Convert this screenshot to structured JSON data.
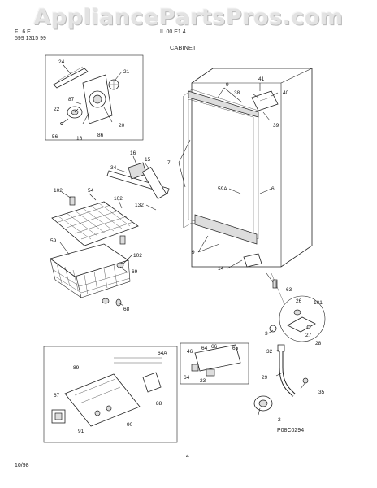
{
  "watermark": "AppliancePartsPros.com",
  "header": {
    "left_line1": "F...6 E...",
    "left_line2": "599 1315 99",
    "model": "IL 00 E1 4",
    "section": "CABINET"
  },
  "footer": {
    "date": "10/98",
    "page": "4",
    "figure_code": "P08C0294"
  },
  "callouts": [
    {
      "id": "c24",
      "text": "24"
    },
    {
      "id": "c21",
      "text": "21"
    },
    {
      "id": "c87",
      "text": "87"
    },
    {
      "id": "c22",
      "text": "22"
    },
    {
      "id": "c20",
      "text": "20"
    },
    {
      "id": "c56",
      "text": "56"
    },
    {
      "id": "c18",
      "text": "18"
    },
    {
      "id": "c86",
      "text": "86"
    },
    {
      "id": "c9a",
      "text": "9"
    },
    {
      "id": "c41",
      "text": "41"
    },
    {
      "id": "c38",
      "text": "38"
    },
    {
      "id": "c40",
      "text": "40"
    },
    {
      "id": "c39",
      "text": "39"
    },
    {
      "id": "c7",
      "text": "7"
    },
    {
      "id": "c16",
      "text": "16"
    },
    {
      "id": "c15",
      "text": "15"
    },
    {
      "id": "c34",
      "text": "34"
    },
    {
      "id": "c102a",
      "text": "102"
    },
    {
      "id": "c54",
      "text": "54"
    },
    {
      "id": "c102b",
      "text": "102"
    },
    {
      "id": "c132",
      "text": "132"
    },
    {
      "id": "c59a",
      "text": "59A"
    },
    {
      "id": "c6",
      "text": "6"
    },
    {
      "id": "c59",
      "text": "59"
    },
    {
      "id": "c102c",
      "text": "102"
    },
    {
      "id": "c69",
      "text": "69"
    },
    {
      "id": "c9b",
      "text": "9"
    },
    {
      "id": "c14",
      "text": "14"
    },
    {
      "id": "c63",
      "text": "63"
    },
    {
      "id": "c68",
      "text": "68"
    },
    {
      "id": "c26",
      "text": "26"
    },
    {
      "id": "c101",
      "text": "101"
    },
    {
      "id": "c3",
      "text": "3"
    },
    {
      "id": "c27",
      "text": "27"
    },
    {
      "id": "c28",
      "text": "28"
    },
    {
      "id": "c32",
      "text": "32"
    },
    {
      "id": "c64a",
      "text": "64A"
    },
    {
      "id": "c46",
      "text": "46"
    },
    {
      "id": "c64",
      "text": "64"
    },
    {
      "id": "c66",
      "text": "66"
    },
    {
      "id": "c65",
      "text": "65"
    },
    {
      "id": "c64b",
      "text": "64"
    },
    {
      "id": "c23",
      "text": "23"
    },
    {
      "id": "c89",
      "text": "89"
    },
    {
      "id": "c88",
      "text": "88"
    },
    {
      "id": "c67",
      "text": "67"
    },
    {
      "id": "c90",
      "text": "90"
    },
    {
      "id": "c91",
      "text": "91"
    },
    {
      "id": "c29",
      "text": "29"
    },
    {
      "id": "c35",
      "text": "35"
    },
    {
      "id": "c2",
      "text": "2"
    }
  ]
}
